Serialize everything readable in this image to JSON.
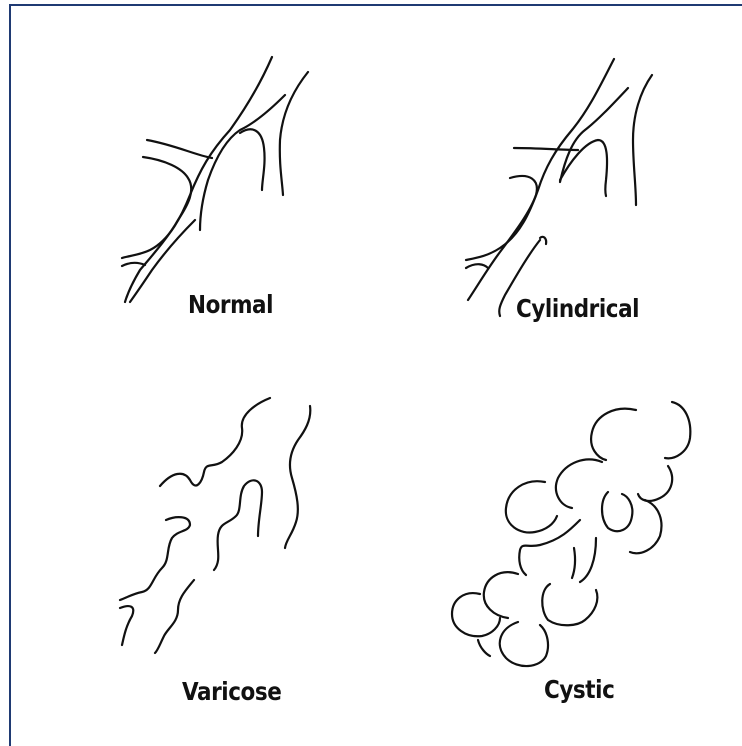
{
  "panels": [
    {
      "id": "normal",
      "label": "Normal"
    },
    {
      "id": "cylindrical",
      "label": "Cylindrical"
    },
    {
      "id": "varicose",
      "label": "Varicose"
    },
    {
      "id": "cystic",
      "label": "Cystic"
    }
  ],
  "colors": {
    "frame_border": "#1f3a73",
    "line": "#111111",
    "background": "#ffffff"
  }
}
